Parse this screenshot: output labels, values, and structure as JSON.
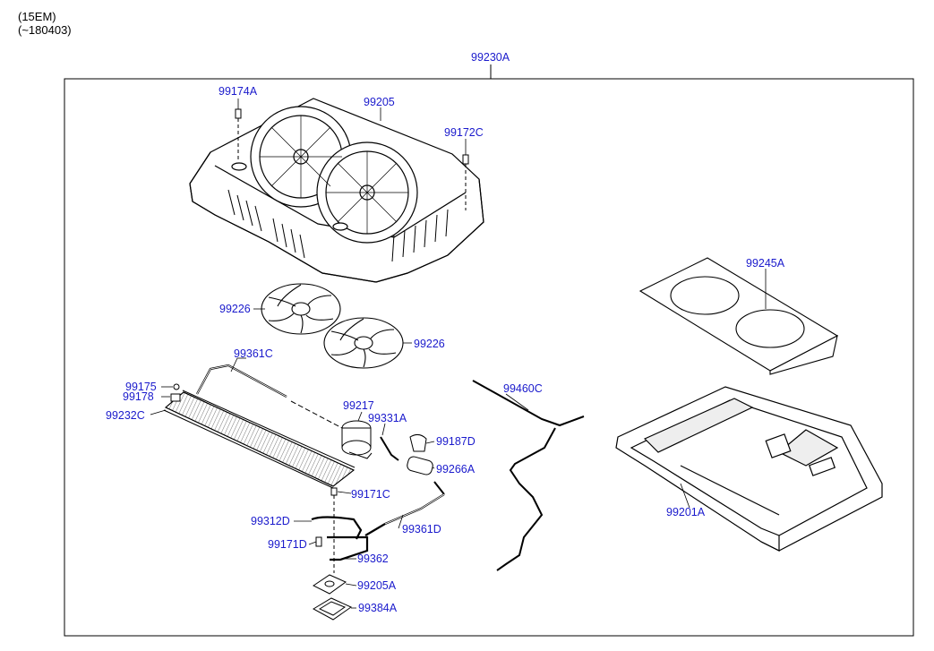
{
  "header": {
    "model_code": "(15EM)",
    "date_range": "(~180403)"
  },
  "assembly": {
    "label": "99230A"
  },
  "parts": [
    {
      "id": "99174A",
      "label": "99174A"
    },
    {
      "id": "99205",
      "label": "99205"
    },
    {
      "id": "99172C",
      "label": "99172C"
    },
    {
      "id": "99245A",
      "label": "99245A"
    },
    {
      "id": "99226a",
      "label": "99226"
    },
    {
      "id": "99226b",
      "label": "99226"
    },
    {
      "id": "99361C",
      "label": "99361C"
    },
    {
      "id": "99175",
      "label": "99175"
    },
    {
      "id": "99178",
      "label": "99178"
    },
    {
      "id": "99232C",
      "label": "99232C"
    },
    {
      "id": "99217",
      "label": "99217"
    },
    {
      "id": "99331A",
      "label": "99331A"
    },
    {
      "id": "99187D",
      "label": "99187D"
    },
    {
      "id": "99266A",
      "label": "99266A"
    },
    {
      "id": "99460C",
      "label": "99460C"
    },
    {
      "id": "99171C",
      "label": "99171C"
    },
    {
      "id": "99312D",
      "label": "99312D"
    },
    {
      "id": "99361D",
      "label": "99361D"
    },
    {
      "id": "99171D",
      "label": "99171D"
    },
    {
      "id": "99362",
      "label": "99362"
    },
    {
      "id": "99205A",
      "label": "99205A"
    },
    {
      "id": "99384A",
      "label": "99384A"
    },
    {
      "id": "99201A",
      "label": "99201A"
    }
  ]
}
